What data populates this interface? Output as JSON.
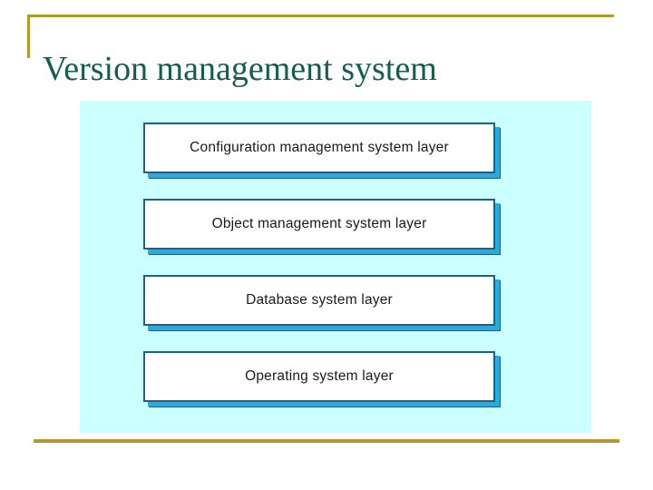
{
  "slide": {
    "title": "Version management system"
  },
  "diagram": {
    "layers": [
      {
        "label": "Configuration management system layer"
      },
      {
        "label": "Object management system layer"
      },
      {
        "label": "Database system layer"
      },
      {
        "label": "Operating system layer"
      }
    ]
  },
  "colors": {
    "gold": "#b5992f",
    "title": "#155e4c",
    "diagram_bg": "#ccffff",
    "box_border": "#1b6288",
    "box_shadow": "#2aabdf",
    "box_text": "#1a1a1a"
  }
}
